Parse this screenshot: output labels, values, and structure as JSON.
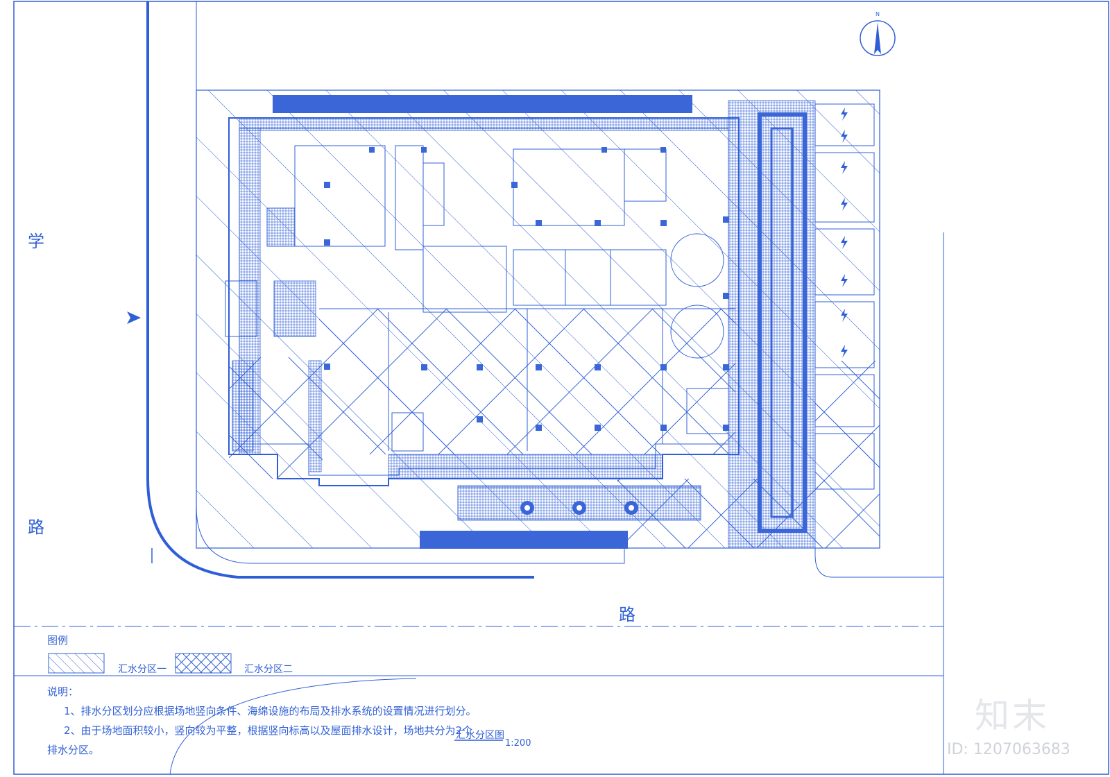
{
  "roads": {
    "west_top": "学",
    "west_bottom": "路",
    "south": "路"
  },
  "compass": {
    "label": "N"
  },
  "legend": {
    "title": "图例",
    "zone1": "汇水分区一",
    "zone2": "汇水分区二"
  },
  "notes": {
    "heading": "说明：",
    "line1": "1、排水分区划分应根据场地竖向条件、海绵设施的布局及排水系统的设置情况进行划分。",
    "line2": "2、由于场地面积较小，竖向较为平整，根据竖向标高以及屋面排水设计，场地共分为2个",
    "line3": "排水分区。"
  },
  "caption": {
    "title": "汇水分区图",
    "scale": "1:200"
  },
  "watermark": {
    "logo": "知末",
    "id": "ID: 1207063683"
  },
  "colors": {
    "line": "#2f5fd6",
    "fill": "#3a66d8",
    "background": "#ffffff"
  }
}
